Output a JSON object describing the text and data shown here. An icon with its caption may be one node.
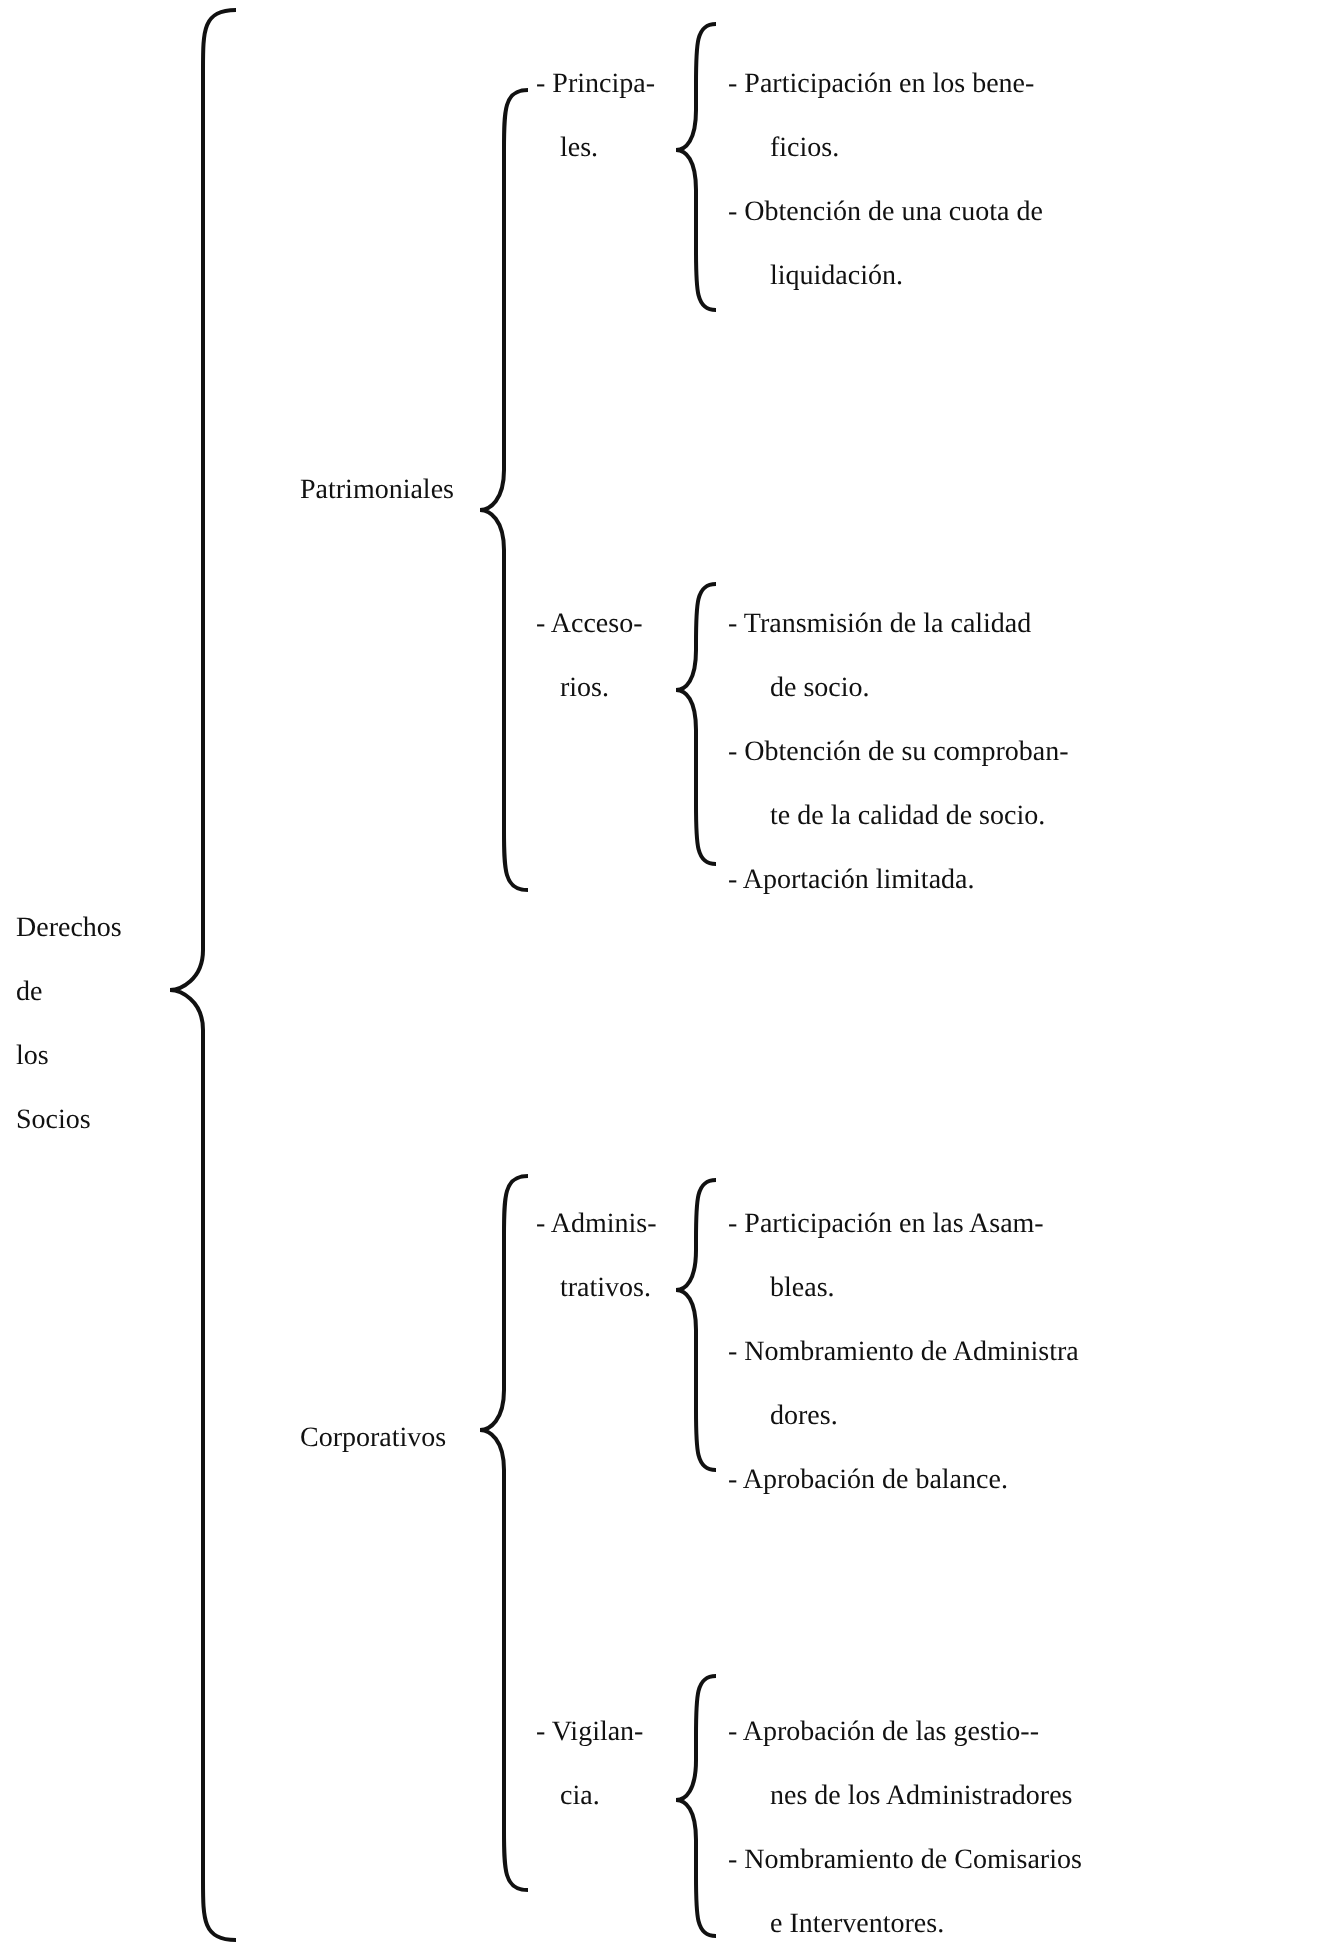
{
  "diagram": {
    "labels": [
      "Derechos de los Socios",
      "Patrimoniales",
      "- Principa- les.",
      "- Participación en los bene- ficios.",
      "- Obtención de una cuota de liquidación.",
      "- Acceso- rios.",
      "- Transmisión de la calidad de socio.",
      "- Obtención de su comproban- te de la calidad de socio.",
      "- Aportación limitada.",
      "Corporativos",
      "- Adminis- trativos.",
      "- Participación en las Asam- bleas.",
      "- Nombramiento de Administra dores.",
      "- Aprobación de balance.",
      "- Vigilan- cia.",
      "- Aprobación de las gestio-- nes de los Administradores",
      "- Nombramiento de Comisarios e Interventores."
    ]
  }
}
